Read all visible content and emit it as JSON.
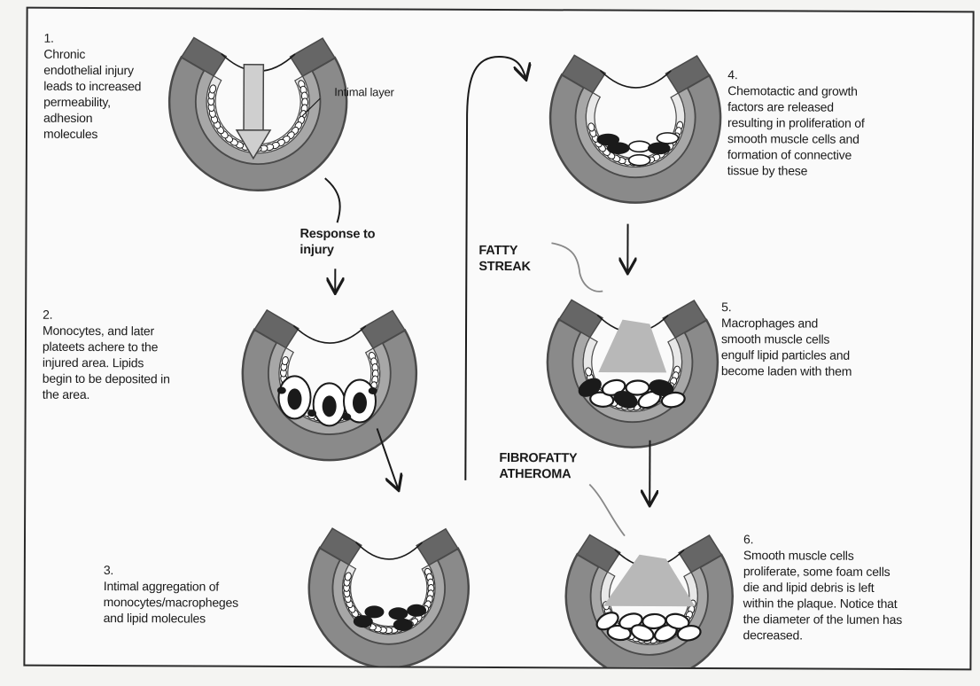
{
  "steps": [
    {
      "number": "1.",
      "text": "Chronic\nendothelial injury\nleads to increased\npermeability,\nadhesion\nmolecules"
    },
    {
      "number": "2.",
      "text": "Monocytes, and later\nplateets achere to the\ninjured area.  Lipids\nbegin to be deposited in\nthe area."
    },
    {
      "number": "3.",
      "text": "Intimal aggregation of\nmonocytes/macropheges\nand lipid molecules"
    },
    {
      "number": "4.",
      "text": "Chemotactic and growth\nfactors are released\nresulting in proliferation of\nsmooth muscle cells and\nformation of connective\ntissue by these"
    },
    {
      "number": "5.",
      "text": "Macrophages and\nsmooth muscle cells\nengulf lipid particles and\nbecome laden with them"
    },
    {
      "number": "6.",
      "text": "Smooth muscle cells\nproliferate, some foam cells\ndie and lipid debris is left\nwithin the plaque.  Notice that\nthe diameter of the lumen has\ndecreased."
    }
  ],
  "labels": {
    "intimal_layer": "Intimal layer",
    "response_to_injury": "Response to\ninjury",
    "fatty_streak": "FATTY\nSTREAK",
    "fibrofatty_atheroma": "FIBROFATTY\nATHEROMA"
  },
  "colors": {
    "ink": "#1a1a1a",
    "vessel_wall": "#8a8a8a",
    "wall_dark": "#4a4a4a",
    "intima": "#e8e8e8",
    "lipid_plaque": "#b8b8b8",
    "injury_arrow": "#cfcfcf"
  }
}
